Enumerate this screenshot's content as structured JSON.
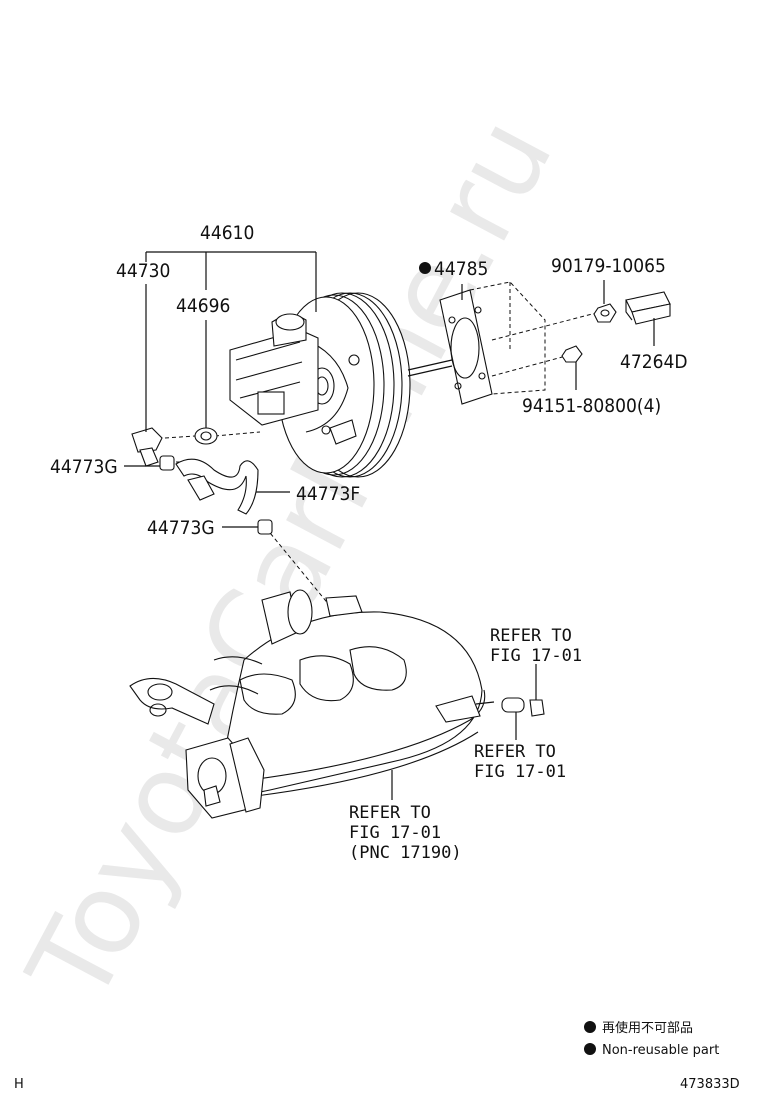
{
  "watermark": "ToyotaCarMine.ru",
  "callouts": {
    "booster_assy": "44610",
    "check_valve": "44730",
    "grommet": "44696",
    "gasket": "44785",
    "bolt": "90179-10065",
    "bracket": "47264D",
    "nut": "94151-80800(4)",
    "clamp_upper": "44773G",
    "hose": "44773F",
    "clamp_lower": "44773G"
  },
  "references": {
    "ref_right_top": [
      "REFER TO",
      "FIG 17-01"
    ],
    "ref_right_mid": [
      "REFER TO",
      "FIG 17-01"
    ],
    "ref_manifold": [
      "REFER TO",
      "FIG 17-01",
      "(PNC 17190)"
    ]
  },
  "legend": {
    "jp": "再使用不可部品",
    "en": "Non-reusable part"
  },
  "footer": {
    "left": "H",
    "right": "473833D"
  },
  "colors": {
    "ink": "#111111",
    "watermark": "#e9e9e9"
  }
}
